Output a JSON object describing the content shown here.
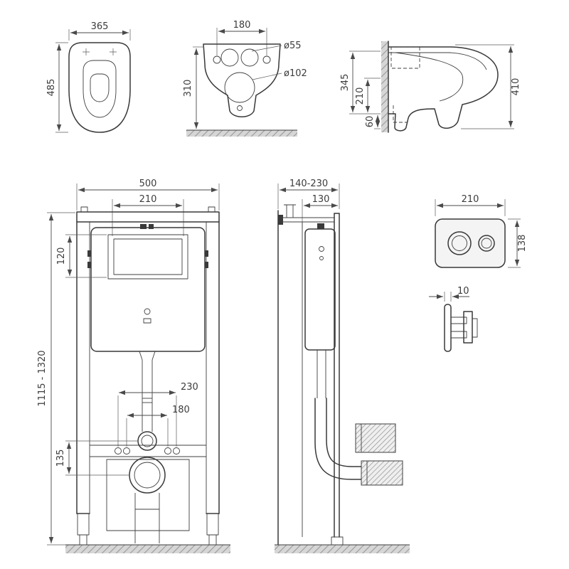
{
  "meta": {
    "colors": {
      "line": "#383838",
      "dimension": "#4a4a4a",
      "hatch_fill": "#d6d6d6"
    }
  },
  "drawing": {
    "toilet_top": {
      "width": "365",
      "depth": "485"
    },
    "toilet_front": {
      "bolt_spacing": "180",
      "height": "310",
      "hole_small": "ø55",
      "hole_large": "ø102"
    },
    "toilet_side": {
      "height_back": "345",
      "height_rim": "210",
      "outlet_offset": "60",
      "height_overall": "410"
    },
    "frame_front": {
      "width": "500",
      "window_width": "210",
      "window_height": "120",
      "height_range": "1115 - 1320",
      "fixing_spacing_wide": "230",
      "fixing_spacing_narrow": "180",
      "drain_offset": "135"
    },
    "frame_side": {
      "depth_range": "140-230",
      "depth": "130"
    },
    "flush_plate": {
      "width": "210",
      "height": "138",
      "thickness": "10"
    }
  }
}
